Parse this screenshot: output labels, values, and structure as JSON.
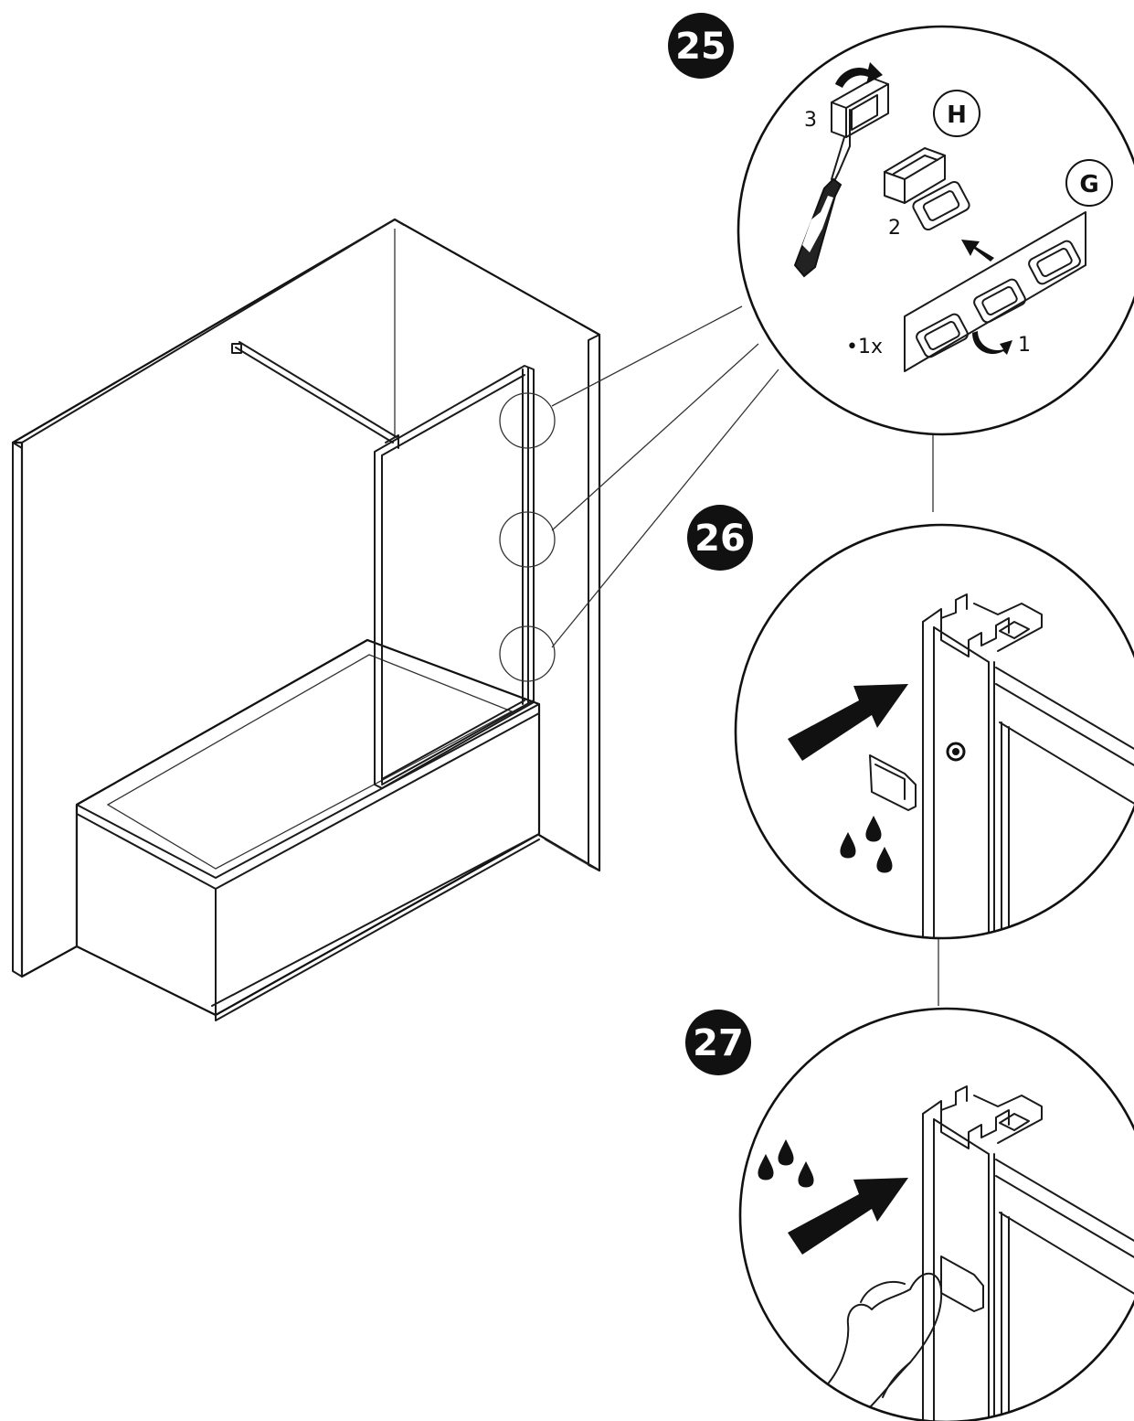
{
  "steps": [
    {
      "number": "25",
      "labels": {
        "part_h": "H",
        "part_g": "G",
        "quantity": "•1x",
        "sub1": "1",
        "sub2": "2",
        "sub3": "3"
      }
    },
    {
      "number": "26"
    },
    {
      "number": "27"
    }
  ],
  "colors": {
    "ink": "#111111",
    "paper": "#ffffff"
  }
}
